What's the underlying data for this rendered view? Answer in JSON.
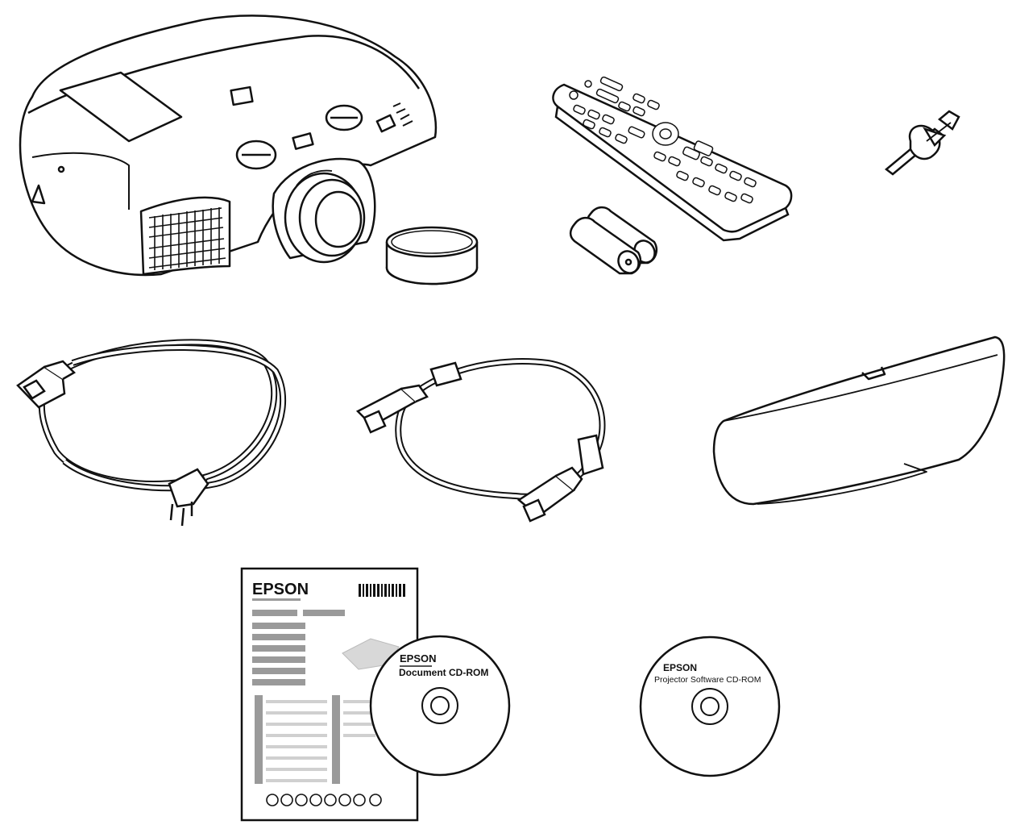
{
  "items": {
    "projector": {
      "icon": "projector-icon"
    },
    "lens_ring": {
      "icon": "lens-cover-ring-icon"
    },
    "remote": {
      "icon": "remote-control-icon"
    },
    "batteries": {
      "icon": "aa-batteries-icon"
    },
    "cable_holder": {
      "icon": "cable-holder-icon"
    },
    "power_cord": {
      "icon": "power-cord-icon"
    },
    "vga_cable": {
      "icon": "vga-cable-icon"
    },
    "cable_cover": {
      "icon": "cable-cover-icon"
    },
    "quick_guide": {
      "icon": "quick-setup-guide-icon",
      "brand": "EPSON"
    },
    "document_cd": {
      "icon": "document-cd-icon",
      "brand": "EPSON",
      "title": "Document CD-ROM"
    },
    "software_cd": {
      "icon": "software-cd-icon",
      "brand": "EPSON",
      "title": "Projector Software CD-ROM"
    }
  }
}
